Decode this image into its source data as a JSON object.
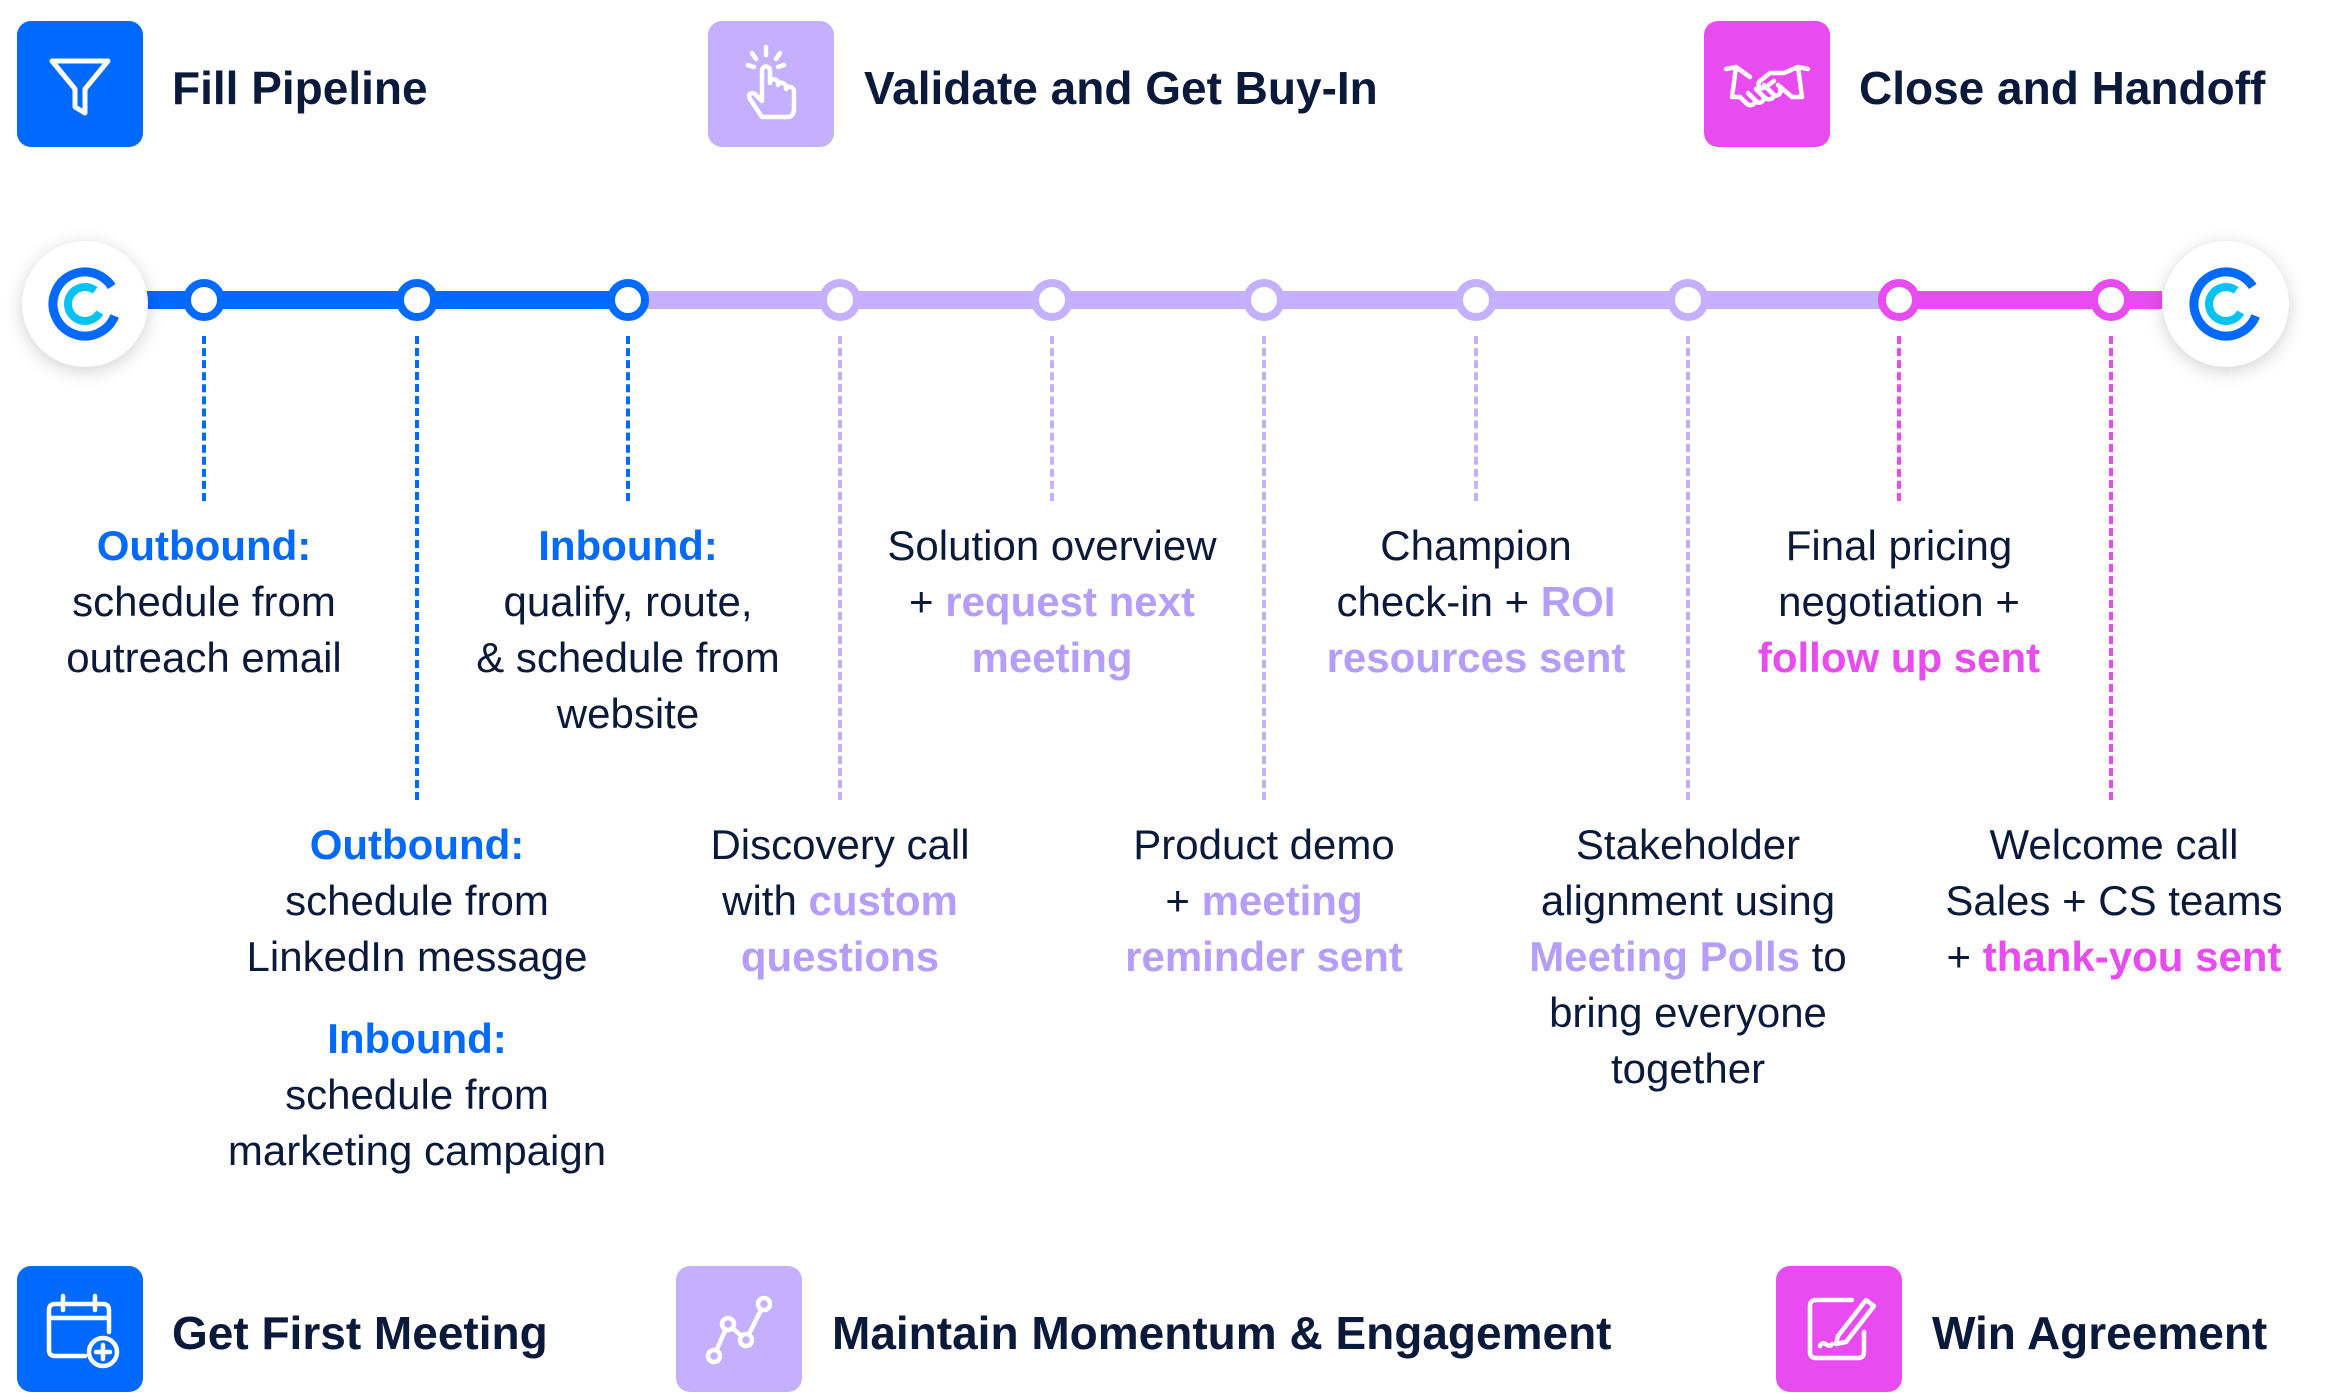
{
  "colors": {
    "blue": "#0069ff",
    "lavender": "#c4b0ff",
    "lavender_text": "#b59dfc",
    "pink": "#e84cf0",
    "dark": "#0b1a3a"
  },
  "stages": [
    {
      "label": "Fill Pipeline",
      "icon": "funnel-icon"
    },
    {
      "label": "Validate and Get Buy-In",
      "icon": "tap-hand-icon"
    },
    {
      "label": "Close and Handoff",
      "icon": "handshake-icon"
    },
    {
      "label": "Get First Meeting",
      "icon": "calendar-add-icon"
    },
    {
      "label": "Maintain Momentum & Engagement",
      "icon": "trend-line-icon"
    },
    {
      "label": "Win Agreement",
      "icon": "signature-icon"
    }
  ],
  "steps": {
    "s1": {
      "h": "Outbound:",
      "a": "schedule from",
      "b": "outreach email"
    },
    "s2": {
      "h1": "Outbound:",
      "a1": "schedule from",
      "b1": "LinkedIn message",
      "h2": "Inbound:",
      "a2": "schedule from",
      "b2": "marketing campaign"
    },
    "s3": {
      "h": "Inbound:",
      "a": "qualify, route,",
      "b": "& schedule from",
      "c": "website"
    },
    "s4": {
      "a": "Discovery call",
      "b_pre": "with ",
      "b_hl": "custom",
      "c_hl": "questions"
    },
    "s5": {
      "a": "Solution overview",
      "b_pre": "+ ",
      "b_hl": "request next",
      "c_hl": "meeting"
    },
    "s6": {
      "a": "Product demo",
      "b_pre": "+ ",
      "b_hl": "meeting",
      "c_hl": "reminder sent"
    },
    "s7": {
      "a": "Champion",
      "b_pre": "check-in + ",
      "b_hl": "ROI",
      "c_hl": "resources sent"
    },
    "s8": {
      "a": "Stakeholder",
      "b": "alignment using",
      "c_hl": "Meeting Polls",
      "c_post": " to",
      "d": "bring everyone",
      "e": "together"
    },
    "s9": {
      "a": "Final pricing",
      "b": "negotiation +",
      "c_hl": "follow up sent"
    },
    "s10": {
      "a": "Welcome call",
      "b": "Sales + CS teams",
      "c_pre": "+ ",
      "c_hl": "thank-you sent"
    }
  }
}
